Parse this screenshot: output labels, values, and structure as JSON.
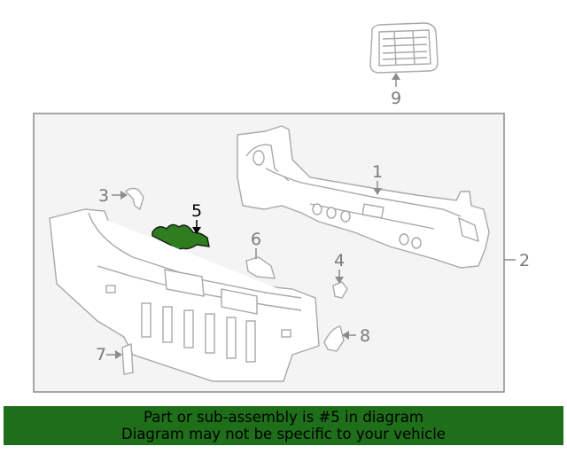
{
  "diagram": {
    "callouts": [
      {
        "id": "1",
        "label": "1"
      },
      {
        "id": "2",
        "label": "2"
      },
      {
        "id": "3",
        "label": "3"
      },
      {
        "id": "4",
        "label": "4"
      },
      {
        "id": "5",
        "label": "5"
      },
      {
        "id": "6",
        "label": "6"
      },
      {
        "id": "7",
        "label": "7"
      },
      {
        "id": "8",
        "label": "8"
      },
      {
        "id": "9",
        "label": "9"
      }
    ],
    "highlighted_part": "5",
    "colors": {
      "line": "#a9a9a9",
      "frame": "#8c8c8c",
      "frame_fill": "#f4f4f4",
      "highlight_fill": "#2e7d1f",
      "banner": "#1f6f1a"
    }
  },
  "banner": {
    "line1": "Part or sub-assembly is #5 in diagram",
    "line2": "Diagram may not be specific to your vehicle"
  }
}
